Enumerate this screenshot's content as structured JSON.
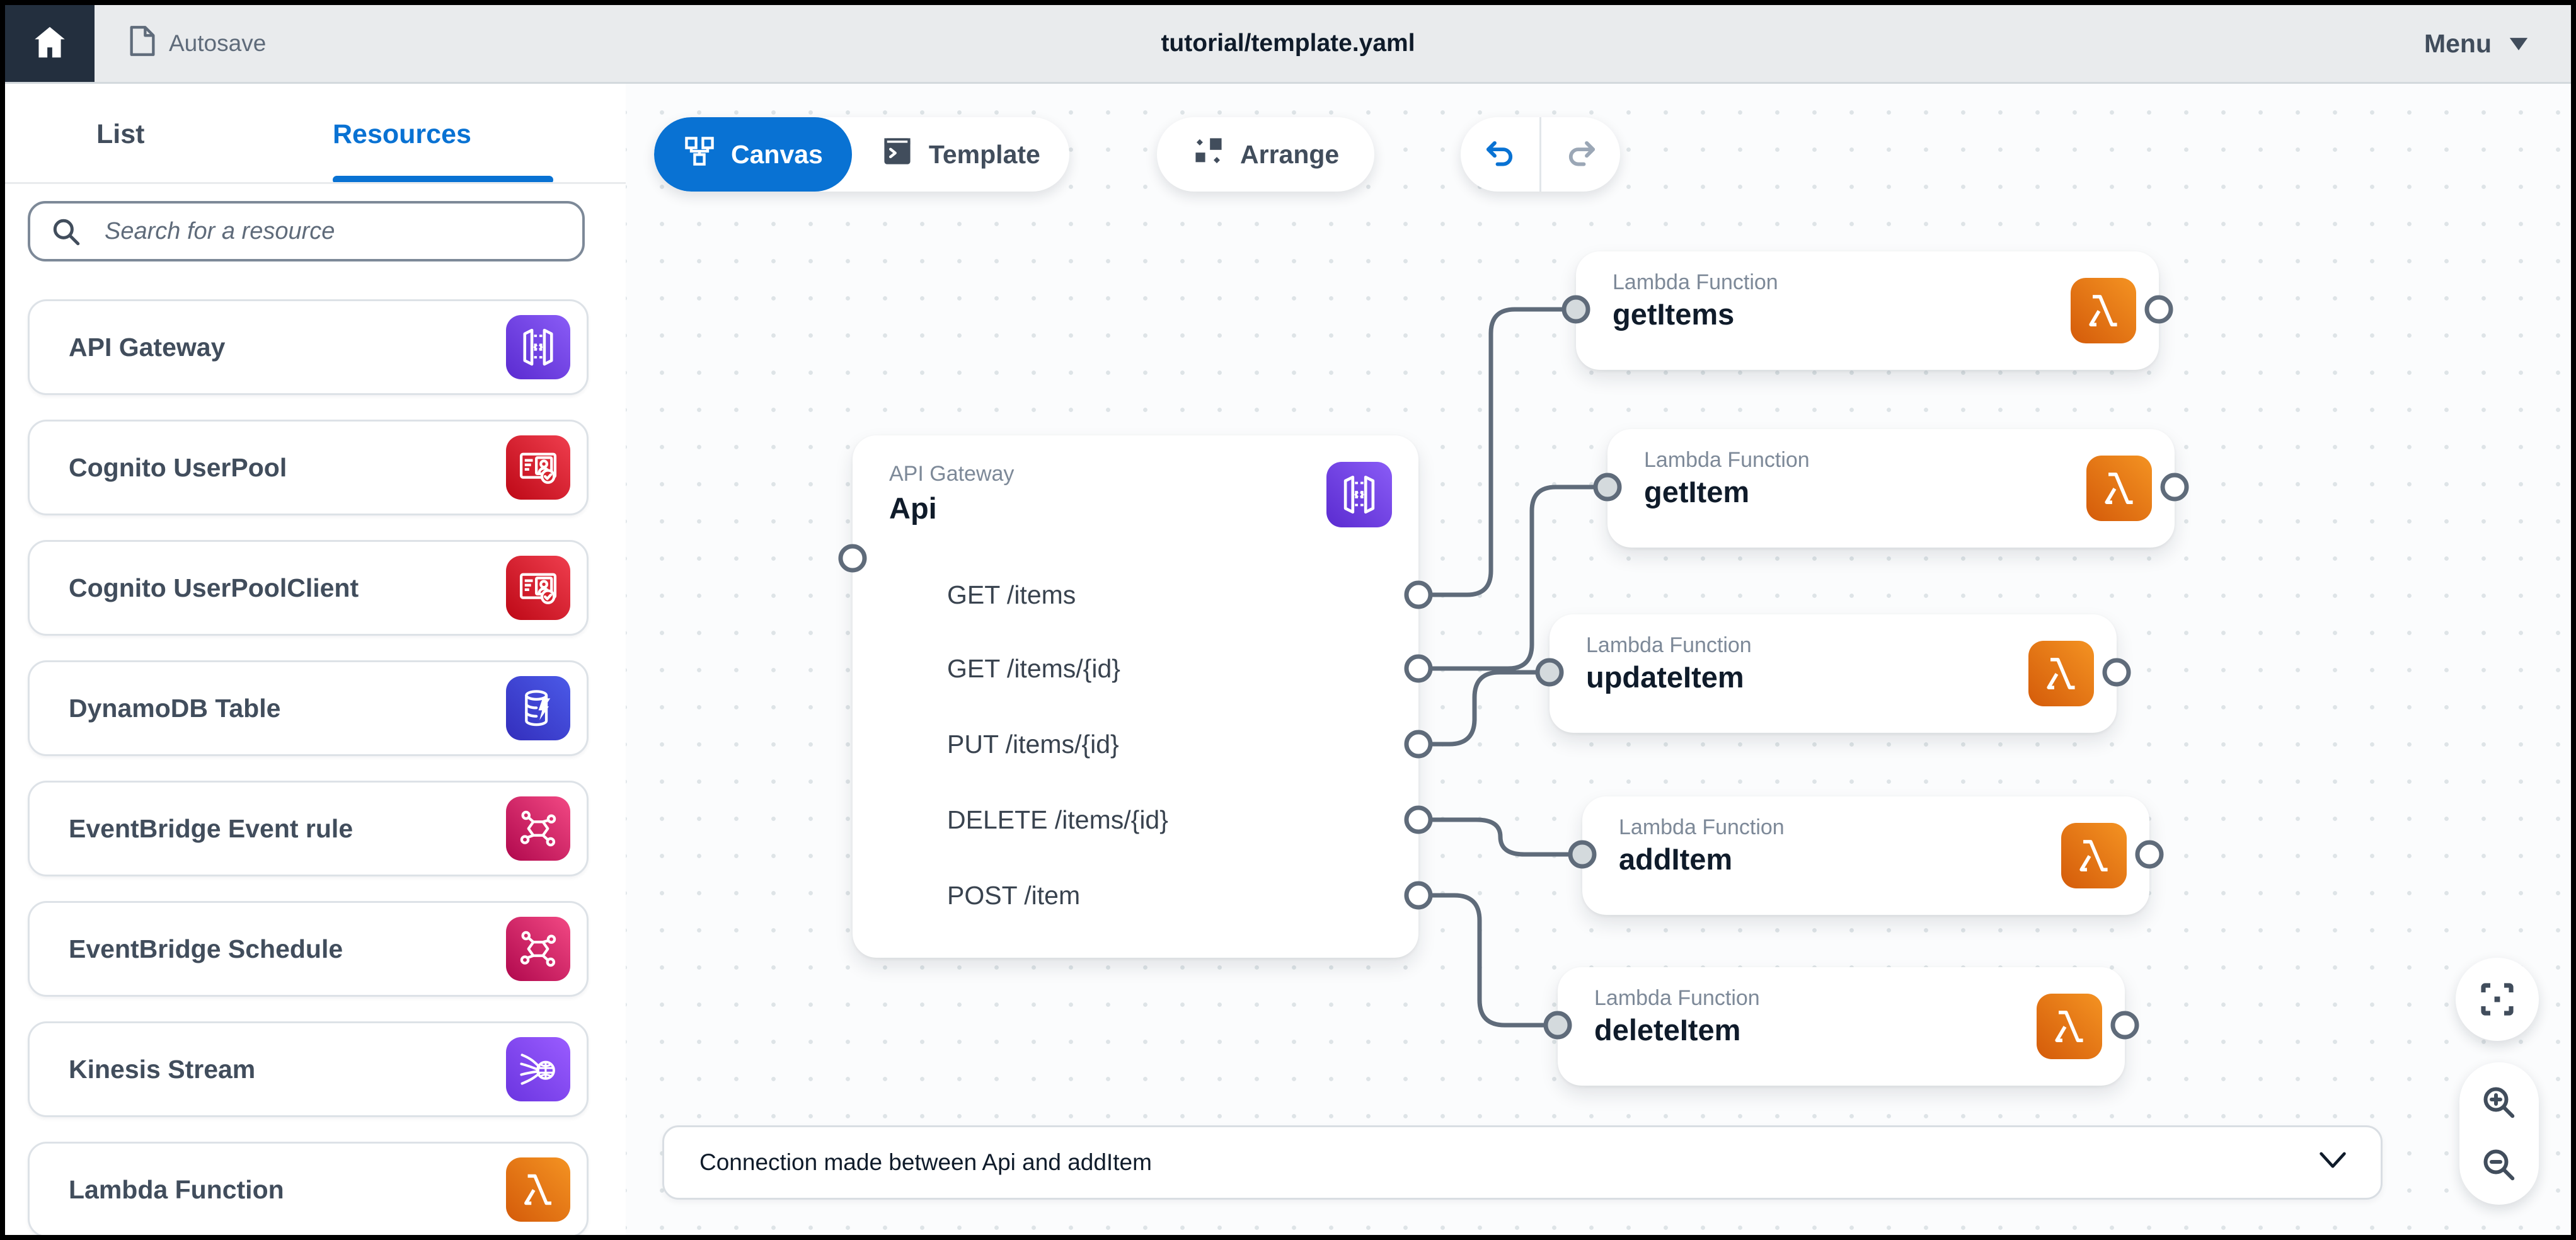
{
  "topbar": {
    "autosave_label": "Autosave",
    "title": "tutorial/template.yaml",
    "menu_label": "Menu"
  },
  "sidebar": {
    "tabs": {
      "list": "List",
      "resources": "Resources"
    },
    "search_placeholder": "Search for a resource",
    "resources": [
      {
        "label": "API Gateway",
        "icon": "api-gateway-icon",
        "color": "#7a43e6"
      },
      {
        "label": "Cognito UserPool",
        "icon": "cognito-icon",
        "color": "#dd2535"
      },
      {
        "label": "Cognito UserPoolClient",
        "icon": "cognito-icon",
        "color": "#dd2535"
      },
      {
        "label": "DynamoDB Table",
        "icon": "dynamodb-icon",
        "color": "#3b48cc"
      },
      {
        "label": "EventBridge Event rule",
        "icon": "eventbridge-icon",
        "color": "#e0186e"
      },
      {
        "label": "EventBridge Schedule",
        "icon": "eventbridge-icon",
        "color": "#e0186e"
      },
      {
        "label": "Kinesis Stream",
        "icon": "kinesis-icon",
        "color": "#8448ef"
      },
      {
        "label": "Lambda Function",
        "icon": "lambda-icon",
        "color": "#e87b1b"
      }
    ]
  },
  "toolbar": {
    "canvas_label": "Canvas",
    "template_label": "Template",
    "arrange_label": "Arrange"
  },
  "canvas": {
    "api_card": {
      "type_label": "API Gateway",
      "name": "Api",
      "routes": [
        "GET /items",
        "GET /items/{id}",
        "PUT /items/{id}",
        "DELETE /items/{id}",
        "POST /item"
      ]
    },
    "lambda_cards": [
      {
        "type_label": "Lambda Function",
        "name": "getItems"
      },
      {
        "type_label": "Lambda Function",
        "name": "getItem"
      },
      {
        "type_label": "Lambda Function",
        "name": "updateItem"
      },
      {
        "type_label": "Lambda Function",
        "name": "addItem"
      },
      {
        "type_label": "Lambda Function",
        "name": "deleteItem"
      }
    ],
    "connections": [
      {
        "from": "GET /items",
        "to": "getItems"
      },
      {
        "from": "GET /items/{id}",
        "to": "getItem"
      },
      {
        "from": "PUT /items/{id}",
        "to": "updateItem"
      },
      {
        "from": "DELETE /items/{id}",
        "to": "addItem"
      },
      {
        "from": "POST /item",
        "to": "deleteItem"
      }
    ]
  },
  "notification": {
    "message": "Connection made between Api and addItem"
  },
  "colors": {
    "accent_blue": "#0972d3",
    "connector_gray": "#5f6b7a",
    "topbar_dark": "#232f3e",
    "canvas_dot": "#dee4e7"
  }
}
